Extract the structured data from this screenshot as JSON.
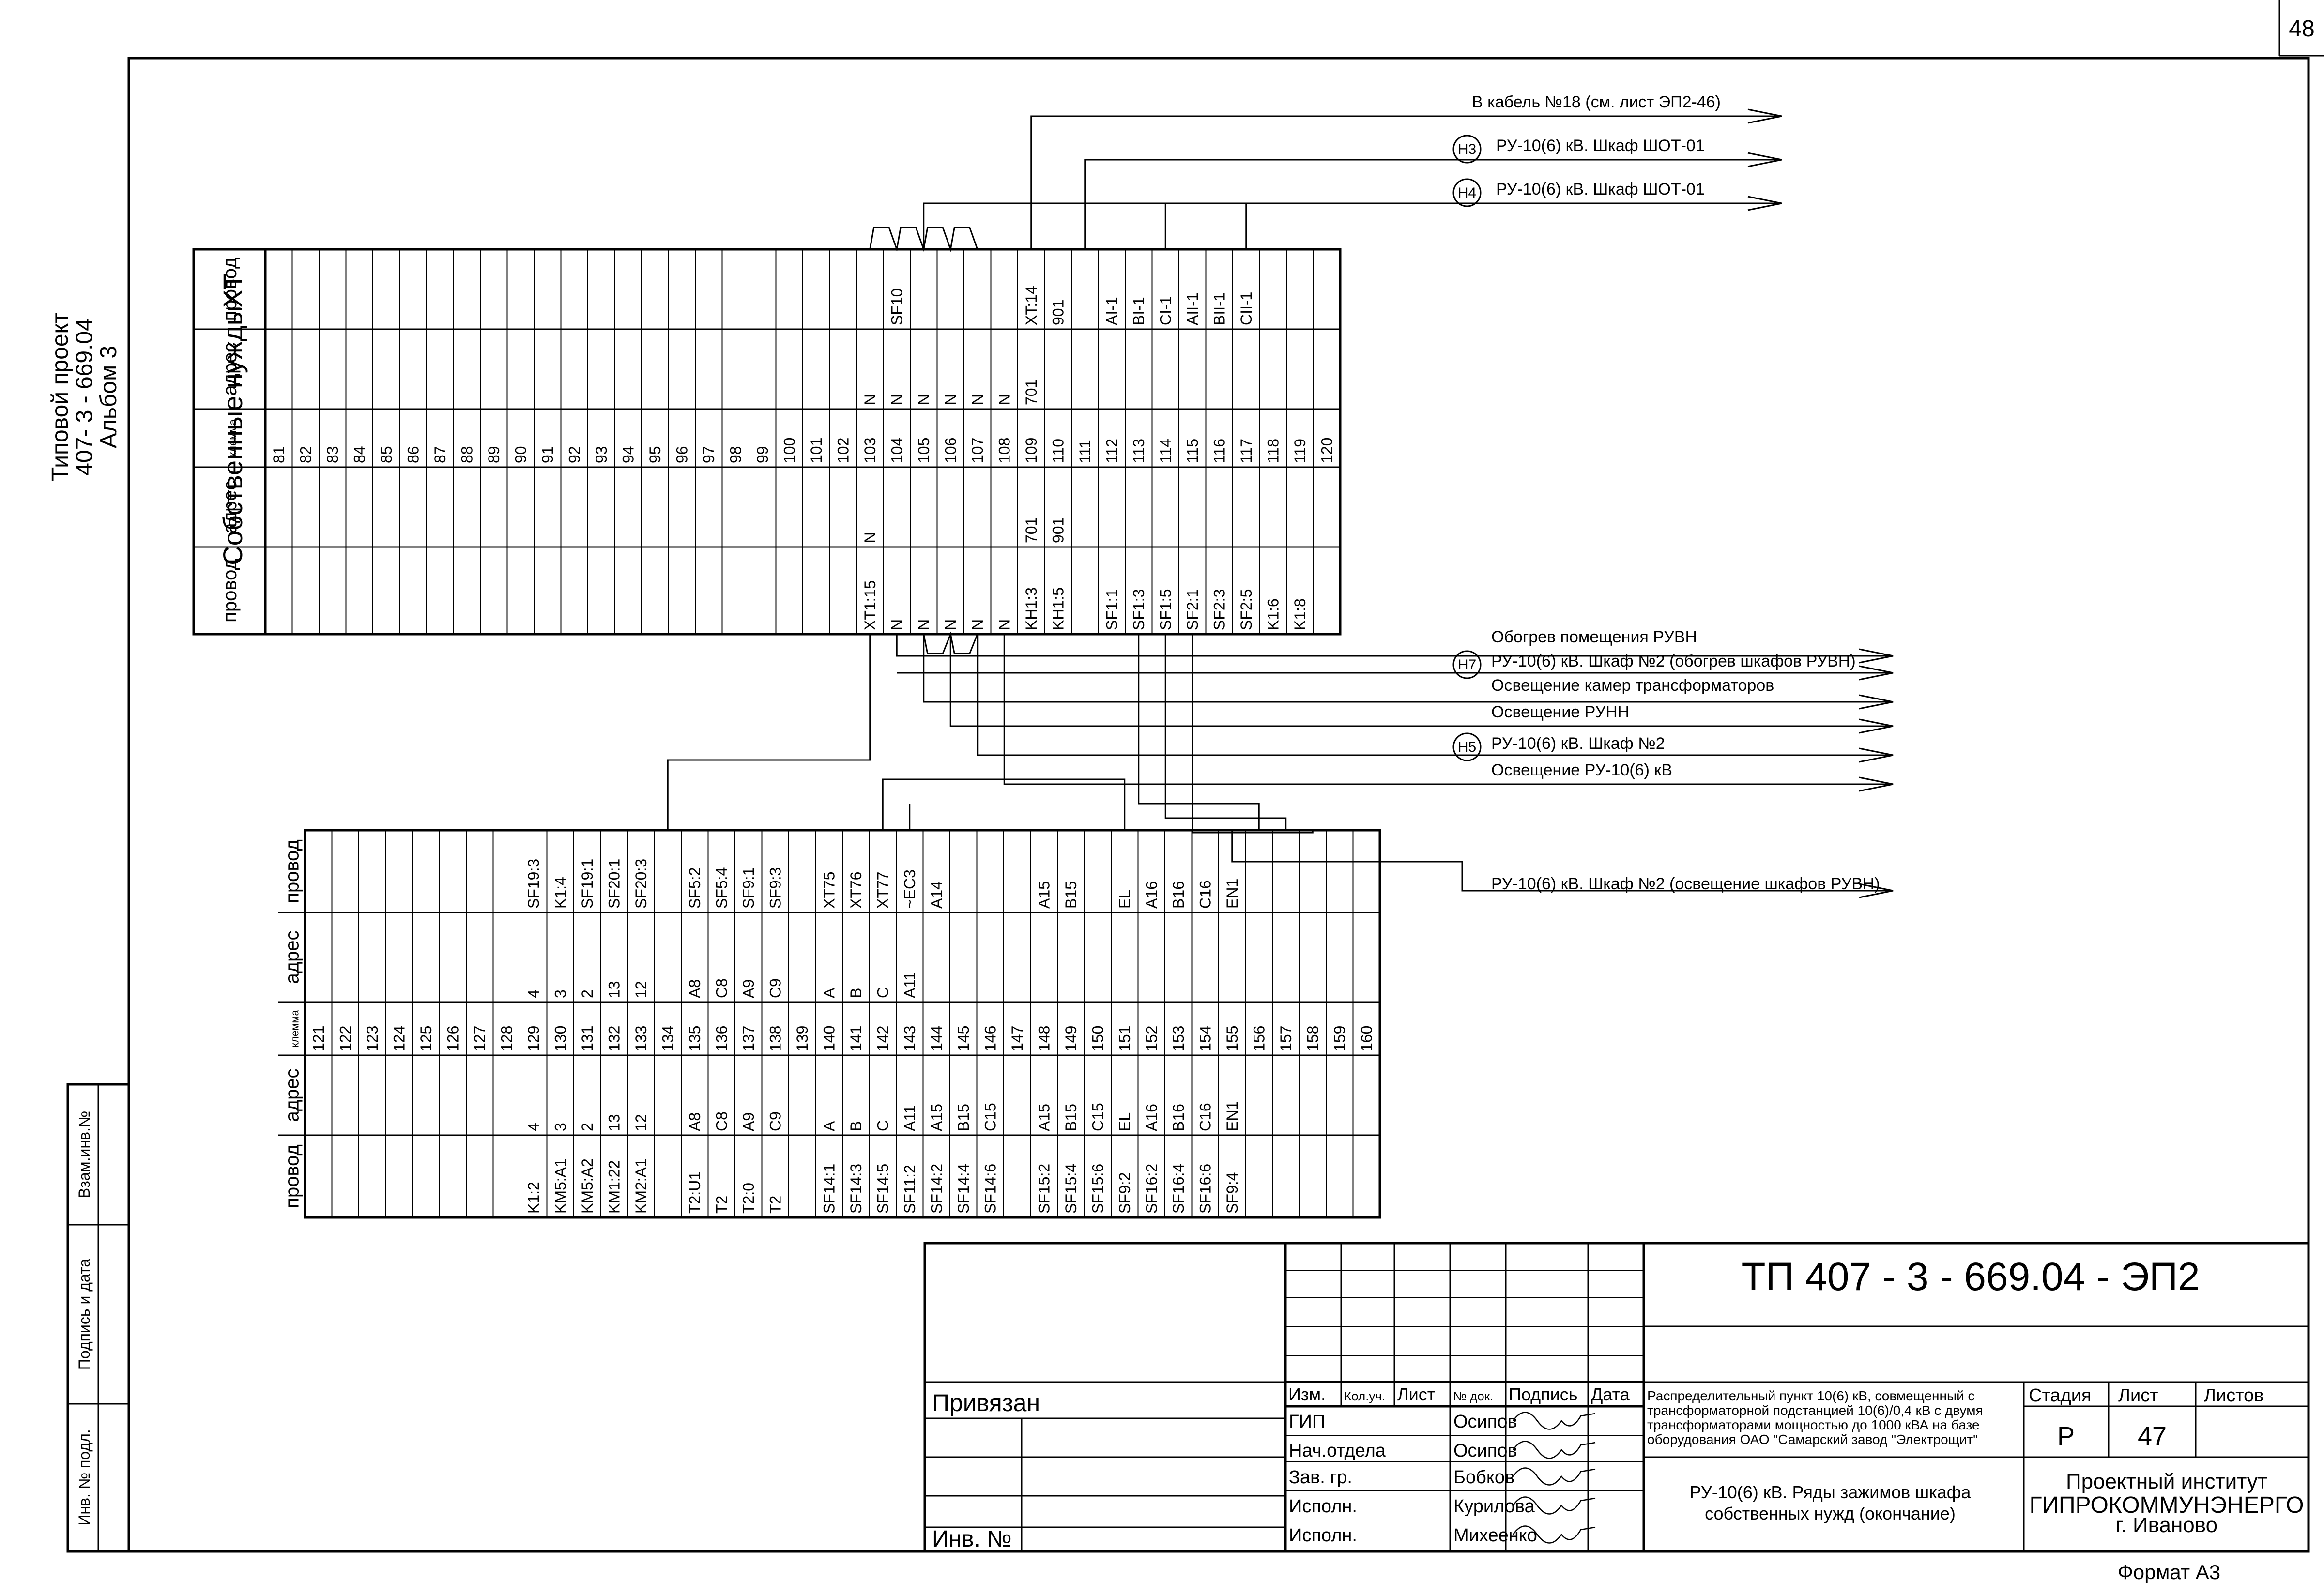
{
  "page_number": "48",
  "side_stamp": {
    "line1": "Типовой проект",
    "line2": "407- 3 - 669.04",
    "line3": "Альбом 3"
  },
  "margin_labels": [
    "Взам.инв.№",
    "Подпись и дата",
    "Инв. № подл."
  ],
  "block1": {
    "title": "Собственные нужды",
    "code": "XT",
    "headers": {
      "left_wire": "провод",
      "left_addr": "адрес",
      "clamp": "клемма",
      "right_addr": "адрес",
      "right_wire": "провод"
    },
    "rows": [
      {
        "n": "81",
        "la": "",
        "lw": "",
        "ra": "",
        "rw": ""
      },
      {
        "n": "82",
        "la": "",
        "lw": "",
        "ra": "",
        "rw": ""
      },
      {
        "n": "83",
        "la": "",
        "lw": "",
        "ra": "",
        "rw": ""
      },
      {
        "n": "84",
        "la": "",
        "lw": "",
        "ra": "",
        "rw": ""
      },
      {
        "n": "85",
        "la": "",
        "lw": "",
        "ra": "",
        "rw": ""
      },
      {
        "n": "86",
        "la": "",
        "lw": "",
        "ra": "",
        "rw": ""
      },
      {
        "n": "87",
        "la": "",
        "lw": "",
        "ra": "",
        "rw": ""
      },
      {
        "n": "88",
        "la": "",
        "lw": "",
        "ra": "",
        "rw": ""
      },
      {
        "n": "89",
        "la": "",
        "lw": "",
        "ra": "",
        "rw": ""
      },
      {
        "n": "90",
        "la": "",
        "lw": "",
        "ra": "",
        "rw": ""
      },
      {
        "n": "91",
        "la": "",
        "lw": "",
        "ra": "",
        "rw": ""
      },
      {
        "n": "92",
        "la": "",
        "lw": "",
        "ra": "",
        "rw": ""
      },
      {
        "n": "93",
        "la": "",
        "lw": "",
        "ra": "",
        "rw": ""
      },
      {
        "n": "94",
        "la": "",
        "lw": "",
        "ra": "",
        "rw": ""
      },
      {
        "n": "95",
        "la": "",
        "lw": "",
        "ra": "",
        "rw": ""
      },
      {
        "n": "96",
        "la": "",
        "lw": "",
        "ra": "",
        "rw": ""
      },
      {
        "n": "97",
        "la": "",
        "lw": "",
        "ra": "",
        "rw": ""
      },
      {
        "n": "98",
        "la": "",
        "lw": "",
        "ra": "",
        "rw": ""
      },
      {
        "n": "99",
        "la": "",
        "lw": "",
        "ra": "",
        "rw": ""
      },
      {
        "n": "100",
        "la": "",
        "lw": "",
        "ra": "",
        "rw": ""
      },
      {
        "n": "101",
        "la": "",
        "lw": "",
        "ra": "",
        "rw": ""
      },
      {
        "n": "102",
        "la": "",
        "lw": "",
        "ra": "",
        "rw": ""
      },
      {
        "n": "103",
        "la": "N",
        "lw": "XT1:15",
        "ra": "N",
        "rw": ""
      },
      {
        "n": "104",
        "la": "",
        "lw": "N",
        "ra": "N",
        "rw": "SF10"
      },
      {
        "n": "105",
        "la": "",
        "lw": "N",
        "ra": "N",
        "rw": ""
      },
      {
        "n": "106",
        "la": "",
        "lw": "N",
        "ra": "N",
        "rw": ""
      },
      {
        "n": "107",
        "la": "",
        "lw": "N",
        "ra": "N",
        "rw": ""
      },
      {
        "n": "108",
        "la": "",
        "lw": "N",
        "ra": "N",
        "rw": ""
      },
      {
        "n": "109",
        "la": "701",
        "lw": "KH1:3",
        "ra": "701",
        "rw": "XT:14"
      },
      {
        "n": "110",
        "la": "901",
        "lw": "KH1:5",
        "ra": "",
        "rw": "901"
      },
      {
        "n": "111",
        "la": "",
        "lw": "",
        "ra": "",
        "rw": ""
      },
      {
        "n": "112",
        "la": "",
        "lw": "SF1:1",
        "ra": "",
        "rw": "AI-1"
      },
      {
        "n": "113",
        "la": "",
        "lw": "SF1:3",
        "ra": "",
        "rw": "BI-1"
      },
      {
        "n": "114",
        "la": "",
        "lw": "SF1:5",
        "ra": "",
        "rw": "CI-1"
      },
      {
        "n": "115",
        "la": "",
        "lw": "SF2:1",
        "ra": "",
        "rw": "AII-1"
      },
      {
        "n": "116",
        "la": "",
        "lw": "SF2:3",
        "ra": "",
        "rw": "BII-1"
      },
      {
        "n": "117",
        "la": "",
        "lw": "SF2:5",
        "ra": "",
        "rw": "CII-1"
      },
      {
        "n": "118",
        "la": "",
        "lw": "K1:6",
        "ra": "",
        "rw": ""
      },
      {
        "n": "119",
        "la": "",
        "lw": "K1:8",
        "ra": "",
        "rw": ""
      },
      {
        "n": "120",
        "la": "",
        "lw": "",
        "ra": "",
        "rw": ""
      }
    ]
  },
  "block2": {
    "headers": {
      "left_wire": "провод",
      "left_addr": "адрес",
      "clamp": "клемма",
      "right_addr": "адрес",
      "right_wire": "провод"
    },
    "rows": [
      {
        "n": "121",
        "la": "",
        "lw": "",
        "ra": "",
        "rw": ""
      },
      {
        "n": "122",
        "la": "",
        "lw": "",
        "ra": "",
        "rw": ""
      },
      {
        "n": "123",
        "la": "",
        "lw": "",
        "ra": "",
        "rw": ""
      },
      {
        "n": "124",
        "la": "",
        "lw": "",
        "ra": "",
        "rw": ""
      },
      {
        "n": "125",
        "la": "",
        "lw": "",
        "ra": "",
        "rw": ""
      },
      {
        "n": "126",
        "la": "",
        "lw": "",
        "ra": "",
        "rw": ""
      },
      {
        "n": "127",
        "la": "",
        "lw": "",
        "ra": "",
        "rw": ""
      },
      {
        "n": "128",
        "la": "",
        "lw": "",
        "ra": "",
        "rw": ""
      },
      {
        "n": "129",
        "la": "4",
        "lw": "K1:2",
        "ra": "4",
        "rw": "SF19:3"
      },
      {
        "n": "130",
        "la": "3",
        "lw": "KM5:A1",
        "ra": "3",
        "rw": "K1:4"
      },
      {
        "n": "131",
        "la": "2",
        "lw": "KM5:A2",
        "ra": "2",
        "rw": "SF19:1"
      },
      {
        "n": "132",
        "la": "13",
        "lw": "KM1:22",
        "ra": "13",
        "rw": "SF20:1"
      },
      {
        "n": "133",
        "la": "12",
        "lw": "KM2:A1",
        "ra": "12",
        "rw": "SF20:3"
      },
      {
        "n": "134",
        "la": "",
        "lw": "",
        "ra": "",
        "rw": ""
      },
      {
        "n": "135",
        "la": "A8",
        "lw": "T2:U1",
        "ra": "A8",
        "rw": "SF5:2"
      },
      {
        "n": "136",
        "la": "C8",
        "lw": "T2",
        "ra": "C8",
        "rw": "SF5:4"
      },
      {
        "n": "137",
        "la": "A9",
        "lw": "T2:0",
        "ra": "A9",
        "rw": "SF9:1"
      },
      {
        "n": "138",
        "la": "C9",
        "lw": "T2",
        "ra": "C9",
        "rw": "SF9:3"
      },
      {
        "n": "139",
        "la": "",
        "lw": "",
        "ra": "",
        "rw": ""
      },
      {
        "n": "140",
        "la": "A",
        "lw": "SF14:1",
        "ra": "A",
        "rw": "XT75"
      },
      {
        "n": "141",
        "la": "B",
        "lw": "SF14:3",
        "ra": "B",
        "rw": "XT76"
      },
      {
        "n": "142",
        "la": "C",
        "lw": "SF14:5",
        "ra": "C",
        "rw": "XT77"
      },
      {
        "n": "143",
        "la": "A11",
        "lw": "SF11:2",
        "ra": "A11",
        "rw": "~EC3"
      },
      {
        "n": "144",
        "la": "A15",
        "lw": "SF14:2",
        "ra": "",
        "rw": "A14"
      },
      {
        "n": "145",
        "la": "B15",
        "lw": "SF14:4",
        "ra": "",
        "rw": ""
      },
      {
        "n": "146",
        "la": "C15",
        "lw": "SF14:6",
        "ra": "",
        "rw": ""
      },
      {
        "n": "147",
        "la": "",
        "lw": "",
        "ra": "",
        "rw": ""
      },
      {
        "n": "148",
        "la": "A15",
        "lw": "SF15:2",
        "ra": "",
        "rw": "A15"
      },
      {
        "n": "149",
        "la": "B15",
        "lw": "SF15:4",
        "ra": "",
        "rw": "B15"
      },
      {
        "n": "150",
        "la": "C15",
        "lw": "SF15:6",
        "ra": "",
        "rw": ""
      },
      {
        "n": "151",
        "la": "EL",
        "lw": "SF9:2",
        "ra": "",
        "rw": "EL"
      },
      {
        "n": "152",
        "la": "A16",
        "lw": "SF16:2",
        "ra": "",
        "rw": "A16"
      },
      {
        "n": "153",
        "la": "B16",
        "lw": "SF16:4",
        "ra": "",
        "rw": "B16"
      },
      {
        "n": "154",
        "la": "C16",
        "lw": "SF16:6",
        "ra": "",
        "rw": "C16"
      },
      {
        "n": "155",
        "la": "EN1",
        "lw": "SF9:4",
        "ra": "",
        "rw": "EN1"
      },
      {
        "n": "156",
        "la": "",
        "lw": "",
        "ra": "",
        "rw": ""
      },
      {
        "n": "157",
        "la": "",
        "lw": "",
        "ra": "",
        "rw": ""
      },
      {
        "n": "158",
        "la": "",
        "lw": "",
        "ra": "",
        "rw": ""
      },
      {
        "n": "159",
        "la": "",
        "lw": "",
        "ra": "",
        "rw": ""
      },
      {
        "n": "160",
        "la": "",
        "lw": "",
        "ra": "",
        "rw": ""
      }
    ]
  },
  "upper_outputs": [
    {
      "text": "В кабель №18 (см. лист ЭП2-46)",
      "marker": ""
    },
    {
      "text": "РУ-10(6) кВ.  Шкаф ШОТ-01",
      "marker": "H3"
    },
    {
      "text": "РУ-10(6) кВ.  Шкаф ШОТ-01",
      "marker": "H4"
    }
  ],
  "lower_outputs": [
    {
      "text": "Обогрев помещения РУВН",
      "marker": ""
    },
    {
      "text": "РУ-10(6) кВ. Шкаф №2 (обогрев шкафов РУВН)",
      "marker": "H7"
    },
    {
      "text": "Освещение камер трансформаторов",
      "marker": ""
    },
    {
      "text": "Освещение РУНН",
      "marker": ""
    },
    {
      "text": "РУ-10(6) кВ. Шкаф №2",
      "marker": "H5"
    },
    {
      "text": "Освещение РУ-10(6) кВ",
      "marker": ""
    },
    {
      "text": "РУ-10(6) кВ. Шкаф №2 (освещение шкафов РУВН)",
      "marker": ""
    }
  ],
  "title_block": {
    "designation": "ТП  407 - 3 - 669.04 - ЭП2",
    "privyazan": "Привязан",
    "inv_no": "Инв. №",
    "col_headers": [
      "Изм.",
      "Кол.уч.",
      "Лист",
      "№ док.",
      "Подпись",
      "Дата"
    ],
    "staff": [
      {
        "role": "ГИП",
        "name": "Осипов"
      },
      {
        "role": "Нач.отдела",
        "name": "Осипов"
      },
      {
        "role": "Зав. гр.",
        "name": "Бобков"
      },
      {
        "role": "Исполн.",
        "name": "Курилова"
      },
      {
        "role": "Исполн.",
        "name": "Михеенко"
      }
    ],
    "project_desc": [
      "Распределительный пункт 10(6) кВ, совмещенный с",
      "трансформаторной подстанцией 10(6)/0,4 кВ с двумя",
      "трансформаторами мощностью до 1000 кВА на базе",
      "оборудования ОАО \"Самарский завод \"Электрощит\""
    ],
    "sheet_title": [
      "РУ-10(6) кВ. Ряды зажимов шкафа",
      "собственных нужд (окончание)"
    ],
    "stage_label": "Стадия",
    "sheet_label": "Лист",
    "sheets_label": "Листов",
    "stage": "Р",
    "sheet": "47",
    "sheets": "",
    "org": [
      "Проектный институт",
      "ГИПРОКОММУНЭНЕРГО",
      "г. Иваново"
    ]
  },
  "format": "Формат А3"
}
